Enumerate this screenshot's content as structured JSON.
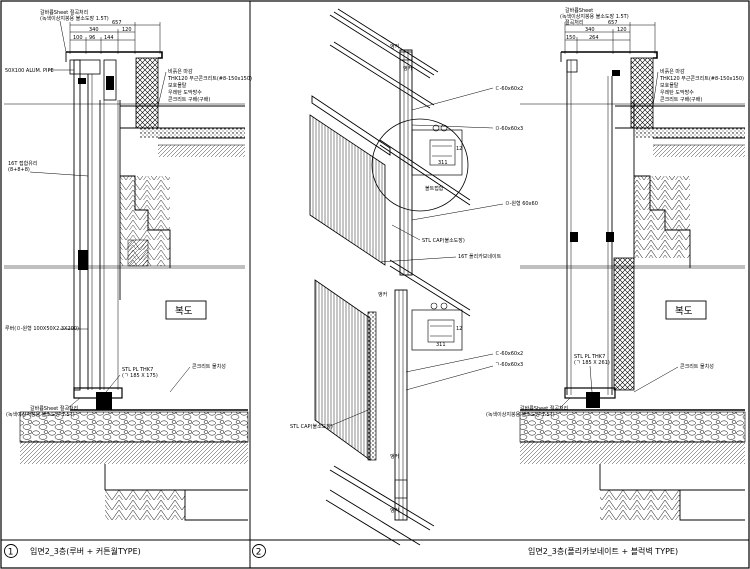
{
  "panel1": {
    "number": "1",
    "title": "입면2_3층(루버 + 커튼월TYPE)",
    "corridor_label": "복도",
    "dims": {
      "overall": "657",
      "d340": "340",
      "d120": "120",
      "d100": "100",
      "d96": "96",
      "d144": "144"
    },
    "labels": {
      "parapet_cap": "갈바륨Sheet 절곡처리",
      "parapet_cap_sub": "(녹색이상지붕용 불소도장 1.5T)",
      "alum_pipe": "50X100 ALUM. PIPE",
      "roof_layers": [
        "비흙은 마감",
        "THK120 무근콘크리트(#8-150x150)",
        "보호몰탈",
        "우레탄 도막방수",
        "콘크리트 구배(구배)"
      ],
      "glass": "16T 접합유리",
      "glass_sub": "(8+8+8)",
      "louver": "루버(ㅁ-원형 100X50X2.3X200)",
      "stl_pl": "STL PL THK7",
      "stl_pl_sub": "(ㄱ 185 X 175)",
      "concrete_sill": "콘크리트 물치성",
      "bottom_cap": "갈바륨Sheet 절곡처리",
      "bottom_cap_sub": "(녹색이상지붕용 불소도장 1.5T)"
    }
  },
  "detail": {
    "labels": {
      "channel_top": "ㄷ-60x60x2",
      "tube_top": "ㅁ-60x60x3",
      "bolt": "볼트접합",
      "o_tube": "ㅁ-원형 60x60",
      "stl_cap": "STL CAP(불소도장)",
      "polycarbonate": "16T 폴리카보네이트",
      "fastener": "앵커",
      "channel_bottom": "ㄷ-60x60x2",
      "angle_bottom": "ㄱ-60x60x3",
      "stl_cap_bottom": "STL CAP(불소도장)",
      "anchor": "앵커"
    },
    "dims_small": [
      "311",
      "311",
      "12",
      "12"
    ]
  },
  "panel2": {
    "number": "2",
    "title": "입면2_3층(폴리카보네이트 + 블럭벽 TYPE)",
    "corridor_label": "복도",
    "dims": {
      "overall": "657",
      "d340": "340",
      "d120": "120",
      "d150": "150",
      "d264": "264"
    },
    "labels": {
      "parapet_cap": "갈바륨Sheet",
      "parapet_cap_sub": "(녹색이상지붕용 불소도장 1.5T)",
      "parapet_cap_sub2": "절곡처리",
      "roof_layers": [
        "비흙은 마감",
        "THK120 무근콘크리트(#8-150x150)",
        "보호몰탈",
        "우레탄 도막방수",
        "콘크리트 구배(구배)"
      ],
      "stl_pl": "STL PL THK7",
      "stl_pl_sub": "(ㄱ 185 X 261)",
      "concrete_sill": "콘크리트 물치성",
      "bottom_cap": "갈바륨Sheet 절곡처리",
      "bottom_cap_sub": "(녹색이상지붕용 불소도장 1.5T)"
    }
  }
}
